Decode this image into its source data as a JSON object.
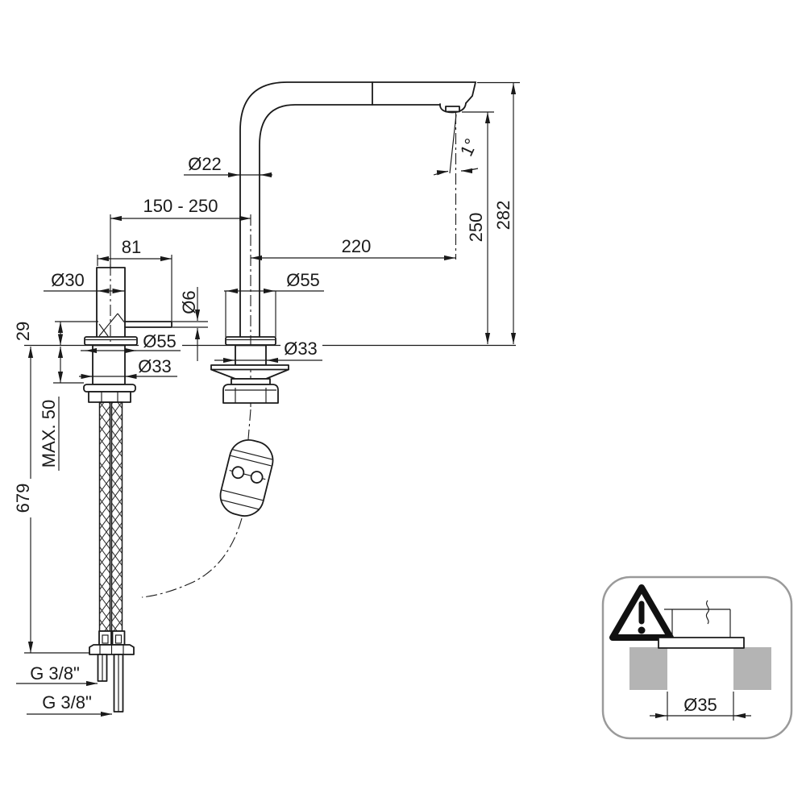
{
  "drawing": {
    "type": "technical-dimension-drawing",
    "subject": "pull-out kitchen faucet with remote lever control, flexible supply hoses and counterweight",
    "colors": {
      "line": "#1a1a1a",
      "countertop_gray": "#b4b4b4",
      "inset_border": "#9a9a9a",
      "background": "#ffffff"
    },
    "dims": {
      "spout_pipe_diameter": "Ø22",
      "adjustable_distance": "150 - 250",
      "lever_length": "81",
      "control_body_diameter": "Ø30",
      "lever_rod_diameter": "Ø6",
      "lever_height_above_deck": "29",
      "control_flange_diameter": "Ø55",
      "control_shank_diameter": "Ø33",
      "max_deck_thickness": "MAX. 50",
      "hose_length": "679",
      "hose_thread_top": "G 3/8\"",
      "hose_thread_bottom": "G 3/8\"",
      "spout_flange_diameter": "Ø55",
      "spout_shank_diameter": "Ø33",
      "spout_reach": "220",
      "outlet_height": "250",
      "overall_height": "282",
      "outlet_angle": "1°"
    },
    "inset": {
      "hole_diameter": "Ø35",
      "warning_icon": "warning-triangle-exclamation"
    }
  }
}
